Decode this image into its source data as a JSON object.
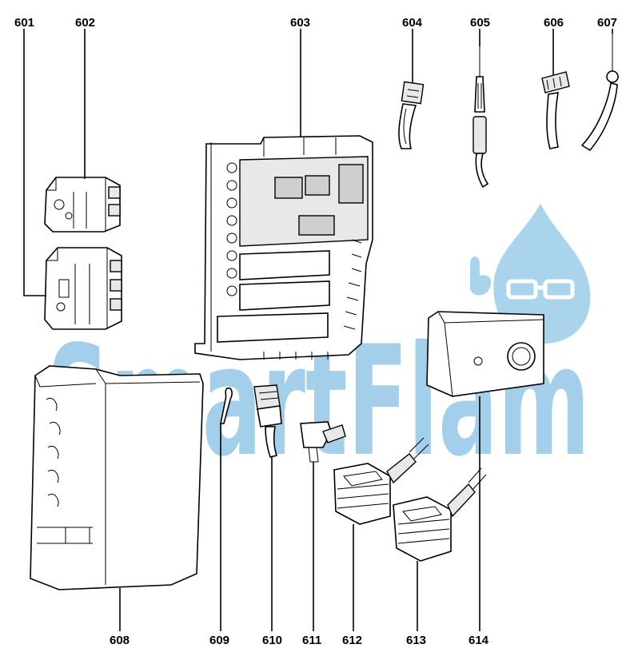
{
  "labels": {
    "p601": "601",
    "p602": "602",
    "p603": "603",
    "p604": "604",
    "p605": "605",
    "p606": "606",
    "p607": "607",
    "p608": "608",
    "p609": "609",
    "p610": "610",
    "p611": "611",
    "p612": "612",
    "p613": "613",
    "p614": "614"
  },
  "watermark": {
    "text": "SmartFlam",
    "color": "#8ec4e6"
  }
}
